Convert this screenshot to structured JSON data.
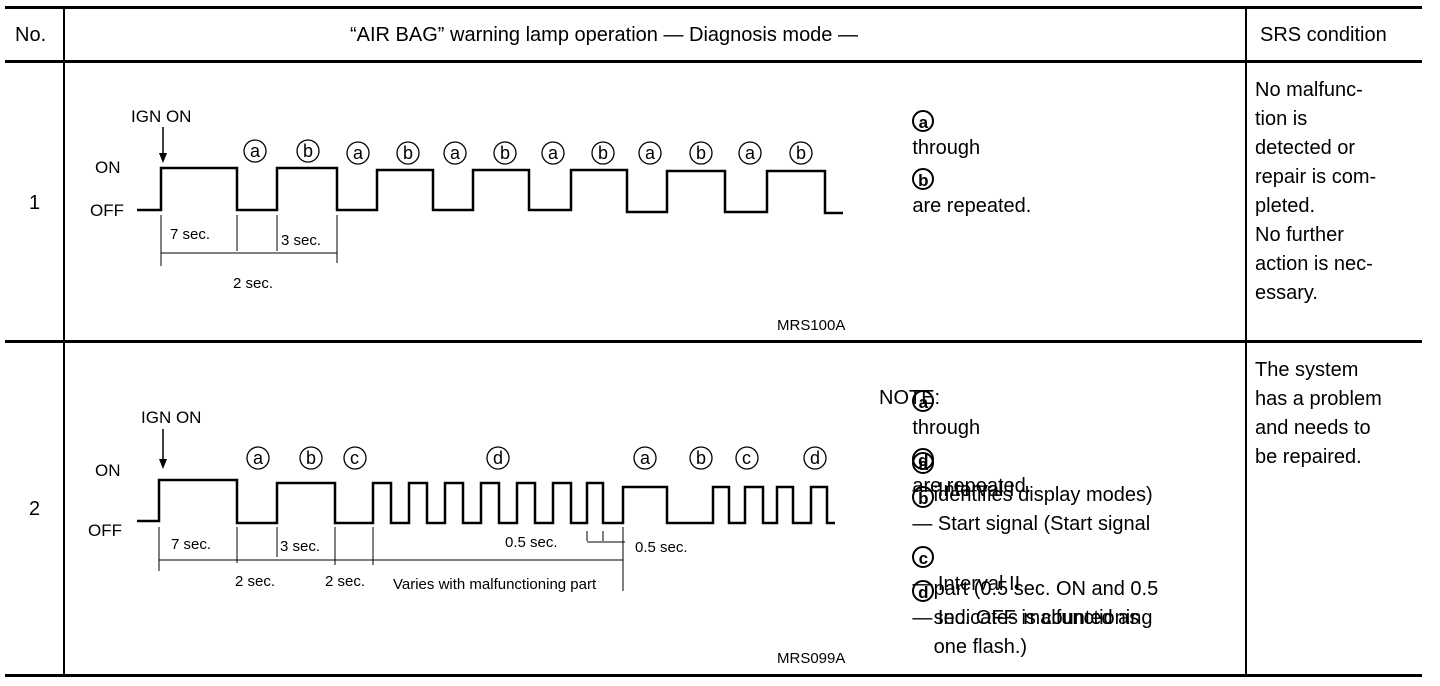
{
  "header": {
    "no": "No.",
    "operation": "“AIR BAG” warning lamp operation — Diagnosis mode —",
    "condition": "SRS condition"
  },
  "rows": [
    {
      "no": "1",
      "diagram": {
        "ign_on": "IGN ON",
        "on": "ON",
        "off": "OFF",
        "labels": [
          "a",
          "b",
          "a",
          "b",
          "a",
          "b",
          "a",
          "b",
          "a",
          "b",
          "a",
          "b"
        ],
        "t7": "7 sec.",
        "t3": "3 sec.",
        "t2": "2 sec.",
        "code": "MRS100A"
      },
      "description": {
        "from": "a",
        "mid": "through",
        "to": "b",
        "tail": "are repeated."
      },
      "condition": [
        "No malfunc-",
        "tion is",
        "detected or",
        "repair is com-",
        "pleted.",
        "No further",
        "action is nec-",
        "essary."
      ]
    },
    {
      "no": "2",
      "diagram": {
        "ign_on": "IGN ON",
        "on": "ON",
        "off": "OFF",
        "labels": [
          "a",
          "b",
          "c",
          "d",
          "a",
          "b",
          "c",
          "d"
        ],
        "t7": "7 sec.",
        "t3": "3 sec.",
        "t2a": "2 sec.",
        "t2b": "2 sec.",
        "varies": "Varies with malfunctioning part",
        "t05a": "0.5 sec.",
        "t05b": "0.5 sec.",
        "code": "MRS099A"
      },
      "description": {
        "from": "a",
        "mid": "through",
        "to": "d",
        "tail": "are repeated.",
        "note_title": "NOTE:",
        "notes": [
          {
            "sym": "a",
            "lines": [
              "— Interval I"
            ]
          },
          {
            "sym": "b",
            "lines": [
              "— Start signal (Start signal",
              "   identifies display modes)"
            ]
          },
          {
            "sym": "c",
            "lines": [
              "— Interval II"
            ]
          },
          {
            "sym": "d",
            "lines": [
              "— Indicates malfunctioning",
              "   part (0.5 sec. ON and 0.5",
              "   sec. OFF is counted as",
              "   one flash.)"
            ]
          }
        ]
      },
      "condition": [
        "The system",
        "has a problem",
        "and needs to",
        "be repaired."
      ]
    }
  ]
}
